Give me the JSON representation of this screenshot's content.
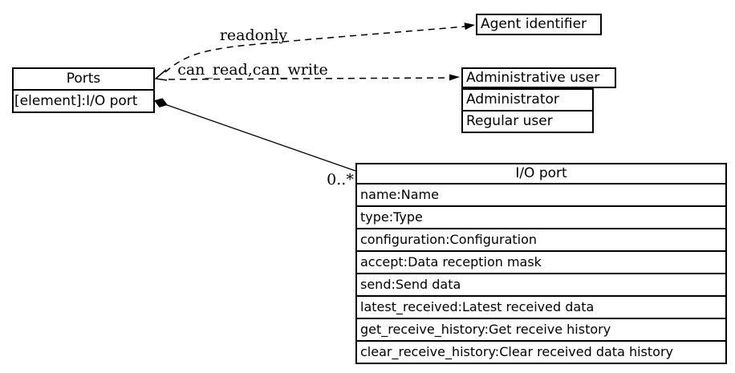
{
  "diagram": {
    "background_color": "#ffffff",
    "line_color": "#000000",
    "type": "uml-class-diagram"
  },
  "nodes": {
    "ports": {
      "title": "Ports",
      "attributes": [
        "[element]:I/O port"
      ]
    },
    "agent_identifier": {
      "title": "Agent identifier"
    },
    "administrative_user": {
      "title": "Administrative user",
      "attributes": [
        "Administrator",
        "Regular user"
      ]
    },
    "io_port": {
      "title": "I/O port",
      "attributes": [
        "name:Name",
        "type:Type",
        "configuration:Configuration",
        "accept:Data reception mask",
        "send:Send data",
        "latest_received:Latest received data",
        "get_receive_history:Get receive history",
        "clear_receive_history:Clear received data history"
      ]
    }
  },
  "edges": {
    "readonly": {
      "label": "readonly",
      "from": "ports",
      "to": "agent_identifier",
      "style": "dashed-arrow"
    },
    "can_read_can_write": {
      "label": "can_read,can_write",
      "from": "ports",
      "to": "administrative_user",
      "style": "dashed-arrow"
    },
    "composition": {
      "multiplicity": "0..*",
      "from": "ports",
      "to": "io_port",
      "style": "solid-filled-diamond"
    }
  }
}
